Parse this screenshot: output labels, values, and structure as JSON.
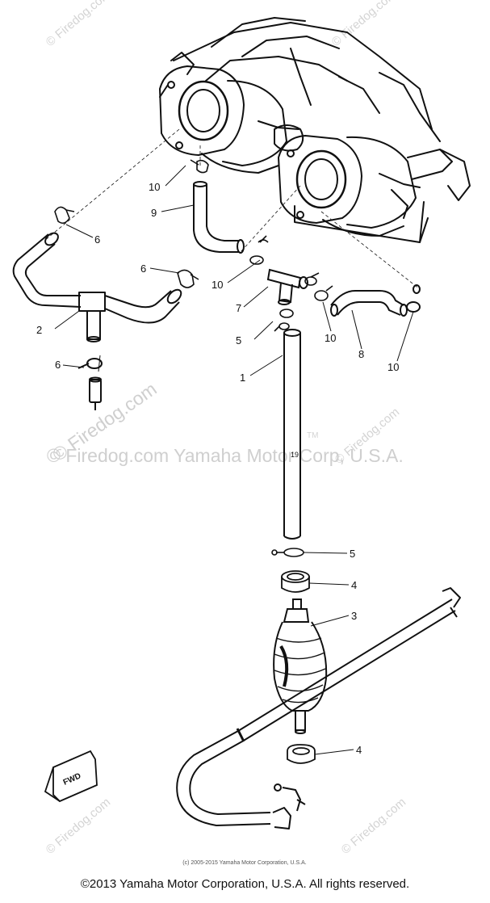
{
  "watermarks": {
    "corner": "© Firedog.com",
    "diagonal": "© Firedog.com",
    "center": "© Firedog.com  Yamaha Motor Corp, U.S.A.",
    "trademark": "TM"
  },
  "small_copyright": "(c) 2005-2015 Yamaha Motor Corporation, U.S.A.",
  "footer_copyright": "©2013 Yamaha Motor Corporation, U.S.A. All rights reserved.",
  "fwd_label": "FWD",
  "part_labels": {
    "p1": "1",
    "p2": "2",
    "p3": "3",
    "p4a": "4",
    "p4b": "4",
    "p5a": "5",
    "p5b": "5",
    "p6a": "6",
    "p6b": "6",
    "p6c": "6",
    "p7": "7",
    "p8": "8",
    "p9": "9",
    "p10a": "10",
    "p10b": "10",
    "p10c": "10",
    "p10d": "10"
  }
}
